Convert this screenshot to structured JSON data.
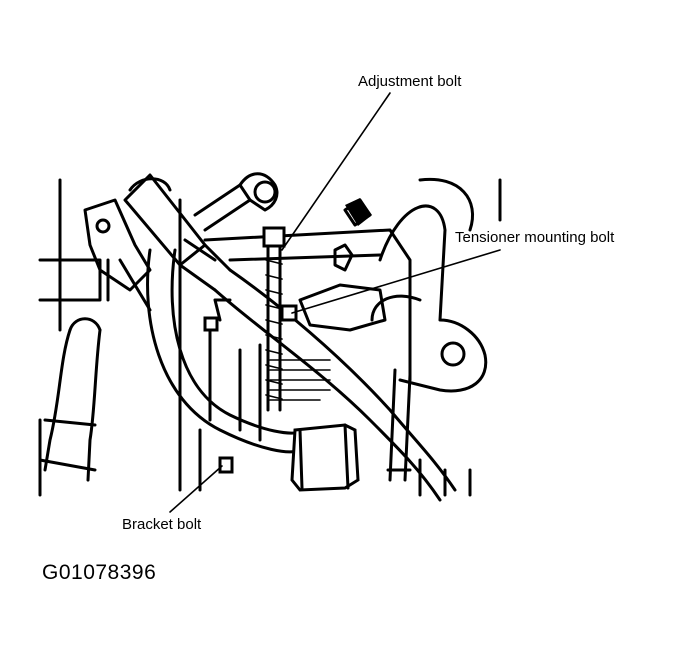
{
  "labels": {
    "adjustment_bolt": "Adjustment bolt",
    "tensioner_mounting_bolt": "Tensioner mounting bolt",
    "bracket_bolt": "Bracket bolt"
  },
  "figure_id": "G01078396"
}
